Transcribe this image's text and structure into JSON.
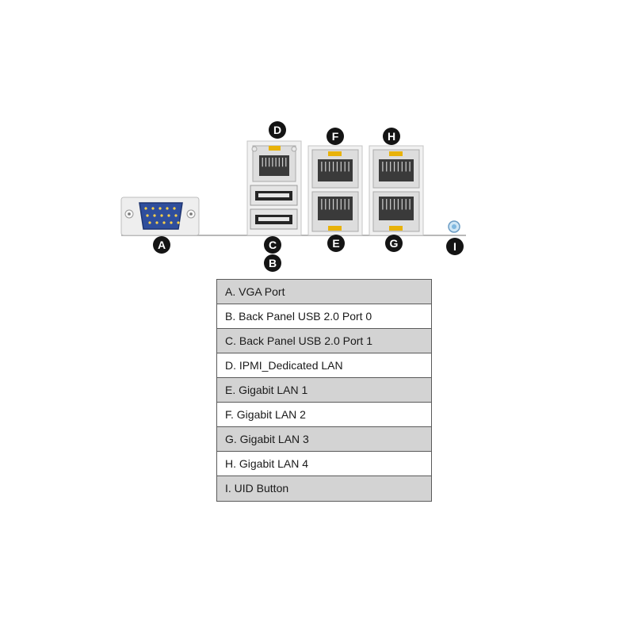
{
  "markers": {
    "a": "A",
    "b": "B",
    "c": "C",
    "d": "D",
    "e": "E",
    "f": "F",
    "g": "G",
    "h": "H",
    "i": "I"
  },
  "legend": [
    "A. VGA Port",
    "B. Back Panel USB 2.0 Port 0",
    "C. Back Panel USB 2.0 Port 1",
    "D. IPMI_Dedicated LAN",
    "E. Gigabit LAN 1",
    "F. Gigabit LAN 2",
    "G. Gigabit LAN 3",
    "H. Gigabit LAN 4",
    "I. UID Button"
  ],
  "colors": {
    "vga_blue": "#2f4e9c",
    "led_amber": "#e8b20a",
    "uid_blue": "#7fb8e0",
    "marker_black": "#141414",
    "row_shade": "#d3d3d3"
  }
}
